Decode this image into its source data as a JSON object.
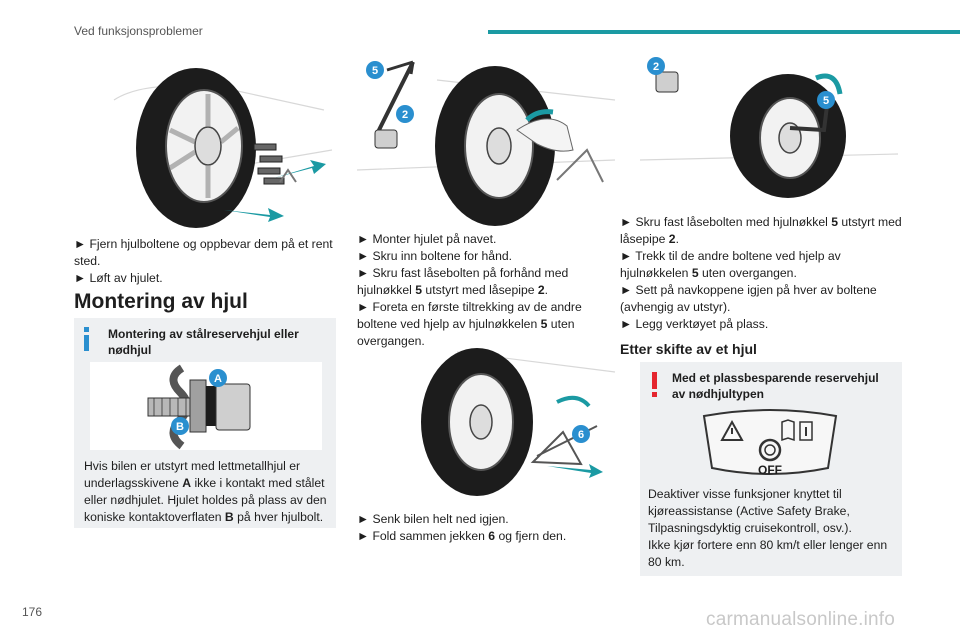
{
  "header": {
    "title": "Ved funksjonsproblemer",
    "accent": "#1b9aa3"
  },
  "page_number": "176",
  "watermark": "carmanualsonline.info",
  "col1": {
    "steps": [
      "► Fjern hjulboltene og oppbevar dem på et rent sted.",
      "► Løft av hjulet."
    ],
    "section_title": "Montering av hjul",
    "info_box": {
      "title": "Montering av stålreservehjul eller nødhjul",
      "label_a": "A",
      "label_b": "B",
      "body_pre": "Hvis bilen er utstyrt med lettmetallhjul er underlagsskivene ",
      "body_a": "A",
      "body_mid": " ikke i kontakt med stålet eller nødhjulet. Hjulet holdes på plass av den koniske kontaktoverflaten ",
      "body_b": "B",
      "body_post": " på hver hjulbolt."
    }
  },
  "col2": {
    "illus_labels": {
      "wrench": "5",
      "socket": "2"
    },
    "steps_a": {
      "s1": "► Monter hjulet på navet.",
      "s2": "► Skru inn boltene for hånd.",
      "s3_pre": "► Skru fast låsebolten på forhånd med hjulnøkkel ",
      "s3_n1": "5",
      "s3_mid": " utstyrt med låsepipe ",
      "s3_n2": "2",
      "s3_post": ".",
      "s4_pre": "► Foreta en første tiltrekking av de andre boltene ved hjelp av hjulnøkkelen ",
      "s4_n1": "5",
      "s4_post": " uten overgangen."
    },
    "illus2_label": "6",
    "steps_b": {
      "s1": "► Senk bilen helt ned igjen.",
      "s2_pre": "► Fold sammen jekken ",
      "s2_n": "6",
      "s2_post": " og fjern den."
    }
  },
  "col3": {
    "illus_labels": {
      "socket": "2",
      "wrench": "5"
    },
    "steps": {
      "s1_pre": "► Skru fast låsebolten med hjulnøkkel ",
      "s1_n1": "5",
      "s1_mid": " utstyrt med låsepipe ",
      "s1_n2": "2",
      "s1_post": ".",
      "s2_pre": "► Trekk til de andre boltene ved hjelp av hjulnøkkelen ",
      "s2_n": "5",
      "s2_post": " uten overgangen.",
      "s3": "► Sett på navkoppene igjen på hver av boltene (avhengig av utstyr).",
      "s4": "► Legg verktøyet på plass."
    },
    "subsection_title": "Etter skifte av et hjul",
    "warn_box": {
      "title": "Med et plassbesparende reservehjul av nødhjultypen",
      "button_label": "OFF",
      "body1": "Deaktiver visse funksjoner knyttet til kjøreassistanse (Active Safety Brake, Tilpasningsdyktig cruisekontroll, osv.).",
      "body2": "Ikke kjør fortere enn 80 km/t eller lenger enn 80 km."
    }
  },
  "colors": {
    "teal": "#1b9aa3",
    "info_blue": "#2a8fcf",
    "warning_red": "#e5262f",
    "box_bg": "#eef0f2"
  }
}
